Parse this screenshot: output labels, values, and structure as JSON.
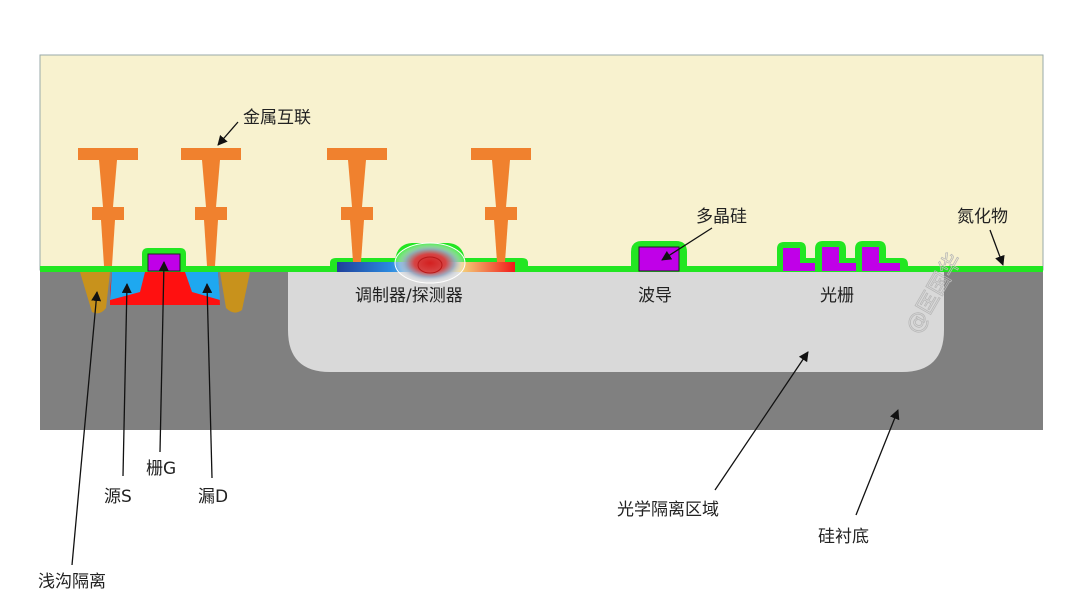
{
  "title": "Silicon photonics cross-section",
  "labels": {
    "metal_interconnect": "金属互联",
    "polysilicon": "多晶硅",
    "nitride": "氮化物",
    "modulator_detector": "调制器/探测器",
    "waveguide": "波导",
    "grating": "光栅",
    "optical_isolation": "光学隔离区域",
    "substrate": "硅衬底",
    "sti": "浅沟隔离",
    "source": "源S",
    "gate": "栅G",
    "drain": "漏D"
  },
  "watermark": "@匡国华",
  "colors": {
    "oxide": "#f8f2cf",
    "nitride": "#22e622",
    "substrate": "#808080",
    "isolation": "#d9d9d9",
    "metal": "#f0812e",
    "poly": "#c000e8",
    "sti": "#c8921c",
    "well": "#ff1010",
    "source_drain": "#1ea8f0"
  }
}
